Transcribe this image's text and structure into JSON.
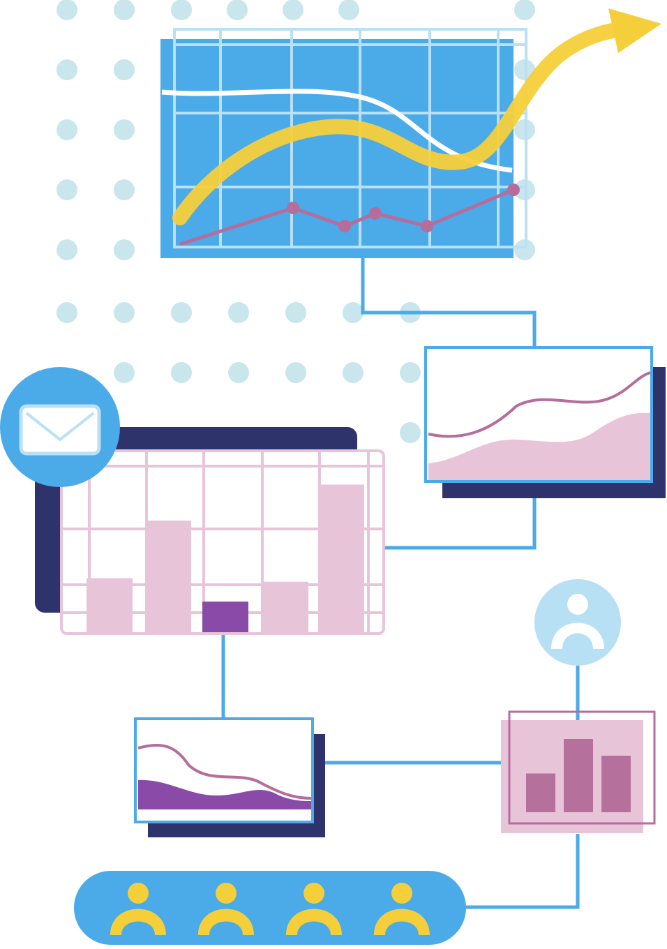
{
  "colors": {
    "background": "#ffffff",
    "dots": "#c9e6ec",
    "blue": "#4baae8",
    "grid_light": "#b9e0f5",
    "navy": "#2f336b",
    "pink": "#e8c4d9",
    "pink_line": "#b56d9b",
    "magenta_bar": "#b5719c",
    "purple": "#8a4ba8",
    "yellow": "#f5cf3a",
    "white": "#ffffff",
    "avatar_light": "#b7e0f5"
  },
  "icons": {
    "mail": "envelope-icon",
    "user_single": "user-avatar-icon",
    "user_group": "people-group-icon"
  },
  "bar_panel": {
    "bars": [
      0.3,
      0.62,
      0.17,
      0.28,
      0.82
    ],
    "highlighted_index": 2
  },
  "small_bar_panel": {
    "bars": [
      0.37,
      0.7,
      0.54
    ]
  },
  "line_panel": {
    "points": [
      0.0,
      0.2,
      0.1,
      0.17,
      0.1,
      0.3
    ]
  },
  "people_group": {
    "count": 4
  }
}
